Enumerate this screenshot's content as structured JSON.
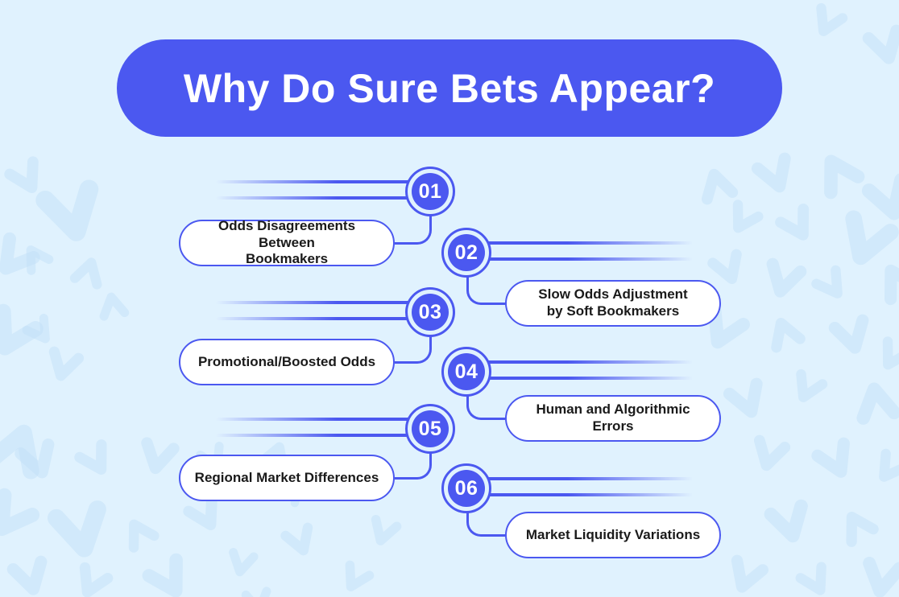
{
  "title": "Why Do Sure Bets Appear?",
  "items": [
    {
      "number": "01",
      "label": "Odds Disagreements Between\nBookmakers",
      "side": "left"
    },
    {
      "number": "02",
      "label": "Slow Odds Adjustment\nby Soft Bookmakers",
      "side": "right"
    },
    {
      "number": "03",
      "label": "Promotional/Boosted Odds",
      "side": "left"
    },
    {
      "number": "04",
      "label": "Human and Algorithmic Errors",
      "side": "right"
    },
    {
      "number": "05",
      "label": "Regional Market Differences",
      "side": "left"
    },
    {
      "number": "06",
      "label": "Market Liquidity Variations",
      "side": "right"
    }
  ],
  "colors": {
    "accent": "#4b58f0",
    "background": "#e0f2fe",
    "pill_background": "#ffffff",
    "label_text": "#1a1a1a",
    "title_text": "#ffffff",
    "watermark": "#c2e0f7"
  }
}
